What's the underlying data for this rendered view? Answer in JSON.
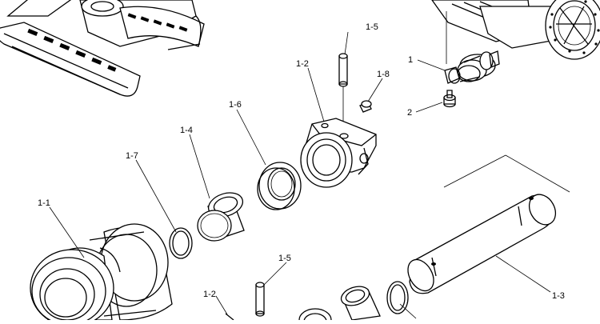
{
  "diagram": {
    "type": "exploded-parts-view",
    "callouts": [
      {
        "id": "c1",
        "label": "1"
      },
      {
        "id": "c2",
        "label": "2"
      },
      {
        "id": "c11",
        "label": "1-1"
      },
      {
        "id": "c12a",
        "label": "1-2"
      },
      {
        "id": "c12b",
        "label": "1-2"
      },
      {
        "id": "c13",
        "label": "1-3"
      },
      {
        "id": "c14",
        "label": "1-4"
      },
      {
        "id": "c15a",
        "label": "1-5"
      },
      {
        "id": "c15b",
        "label": "1-5"
      },
      {
        "id": "c16",
        "label": "1-6"
      },
      {
        "id": "c17",
        "label": "1-7"
      },
      {
        "id": "c18",
        "label": "1-8"
      }
    ],
    "parts": [
      {
        "id": "track-frame",
        "icon": "crawler-track-frame"
      },
      {
        "id": "carbody",
        "icon": "upper-carbody-with-swing-bearing"
      },
      {
        "id": "roller-assembly",
        "icon": "track-roller-assembly"
      },
      {
        "id": "roller",
        "icon": "roller-wheel"
      },
      {
        "id": "bushing",
        "icon": "bushing"
      },
      {
        "id": "o-ring",
        "icon": "o-ring"
      },
      {
        "id": "seal",
        "icon": "floating-seal"
      },
      {
        "id": "collar",
        "icon": "collar-bracket"
      },
      {
        "id": "pin",
        "icon": "pin"
      },
      {
        "id": "plug",
        "icon": "plug"
      },
      {
        "id": "shaft",
        "icon": "shaft"
      },
      {
        "id": "bolt",
        "icon": "bolt"
      }
    ]
  }
}
